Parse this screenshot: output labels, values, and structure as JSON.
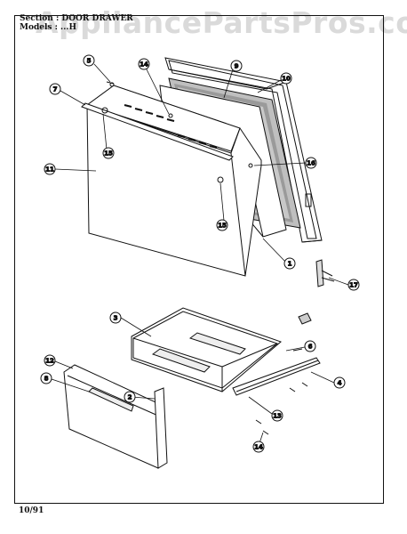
{
  "header": {
    "section_line": "Section : DOOR DRAWER",
    "model_line": "Models : ...H"
  },
  "watermark": "AppliancePartsPros.com",
  "footer": {
    "date_code": "10/91"
  },
  "callouts": {
    "c1": "1",
    "c2": "2",
    "c3": "3",
    "c4": "4",
    "c5": "5",
    "c6": "6",
    "c7": "7",
    "c8": "8",
    "c9": "9",
    "c10": "10",
    "c11": "11",
    "c12": "12",
    "c13": "13",
    "c14a": "14",
    "c14b": "14",
    "c15a": "15",
    "c15b": "15",
    "c16": "16",
    "c17": "17"
  }
}
